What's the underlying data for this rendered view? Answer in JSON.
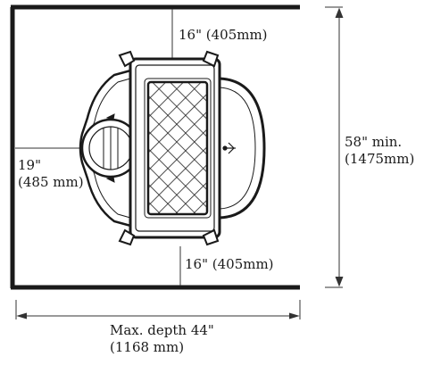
{
  "labels": {
    "clearance_top": "16\" (405mm)",
    "clearance_bottom": "16\" (405mm)",
    "clearance_side_line1": "19\"",
    "clearance_side_line2": "(485 mm)",
    "height_line1": "58\" min.",
    "height_line2": "(1475mm)",
    "depth_line1": "Max. depth 44\"",
    "depth_line2": "(1168 mm)"
  },
  "colors": {
    "wall": "#1a1a1a",
    "line": "#333333",
    "stove_fill": "#ffffff",
    "glass_hatch": "#222222"
  }
}
